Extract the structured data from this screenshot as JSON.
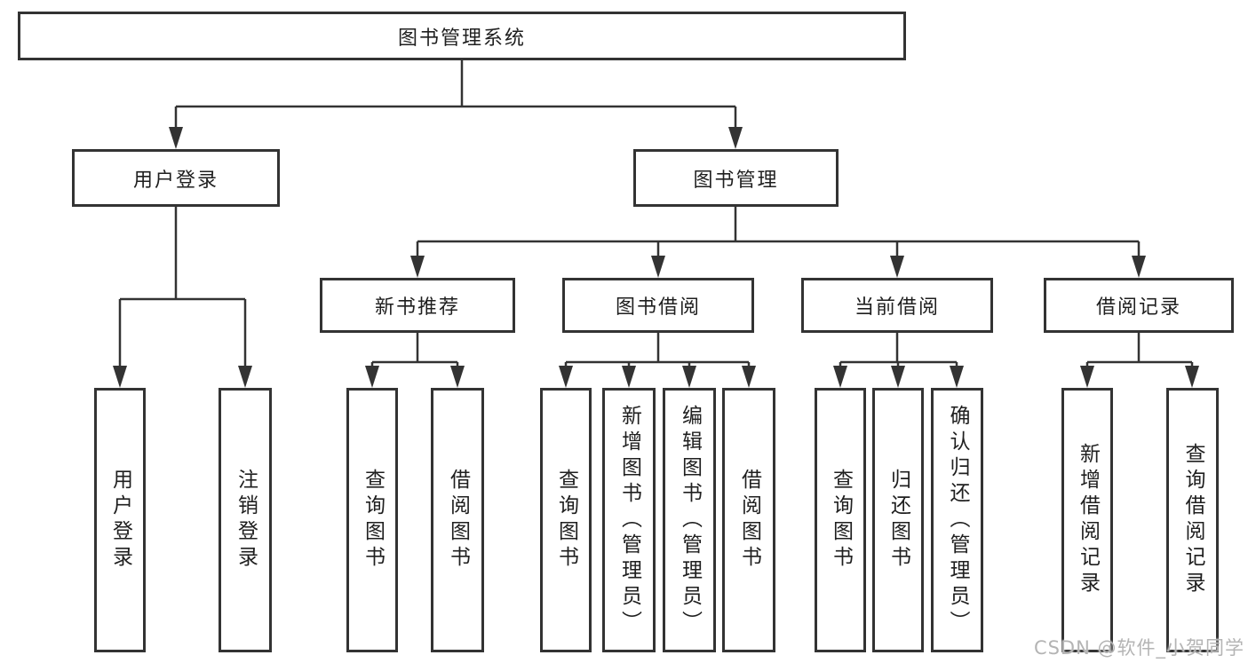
{
  "tree": {
    "root": {
      "label": "图书管理系统",
      "children": [
        {
          "label": "用户登录",
          "children": [
            {
              "label": "用户登录"
            },
            {
              "label": "注销登录"
            }
          ]
        },
        {
          "label": "图书管理",
          "children": [
            {
              "label": "新书推荐",
              "children": [
                {
                  "label": "查询图书"
                },
                {
                  "label": "借阅图书"
                }
              ]
            },
            {
              "label": "图书借阅",
              "children": [
                {
                  "label": "查询图书"
                },
                {
                  "label": "新增图书（管理员）"
                },
                {
                  "label": "编辑图书（管理员）"
                },
                {
                  "label": "借阅图书"
                }
              ]
            },
            {
              "label": "当前借阅",
              "children": [
                {
                  "label": "查询图书"
                },
                {
                  "label": "归还图书"
                },
                {
                  "label": "确认归还（管理员）"
                }
              ]
            },
            {
              "label": "借阅记录",
              "children": [
                {
                  "label": "新增借阅记录"
                },
                {
                  "label": "查询借阅记录"
                }
              ]
            }
          ]
        }
      ]
    }
  },
  "colors": {
    "line": "#333333",
    "text": "#1f1f1f",
    "watermark": "#b4b4b4"
  },
  "watermark": {
    "text": "CSDN @软件_小贺同学"
  }
}
